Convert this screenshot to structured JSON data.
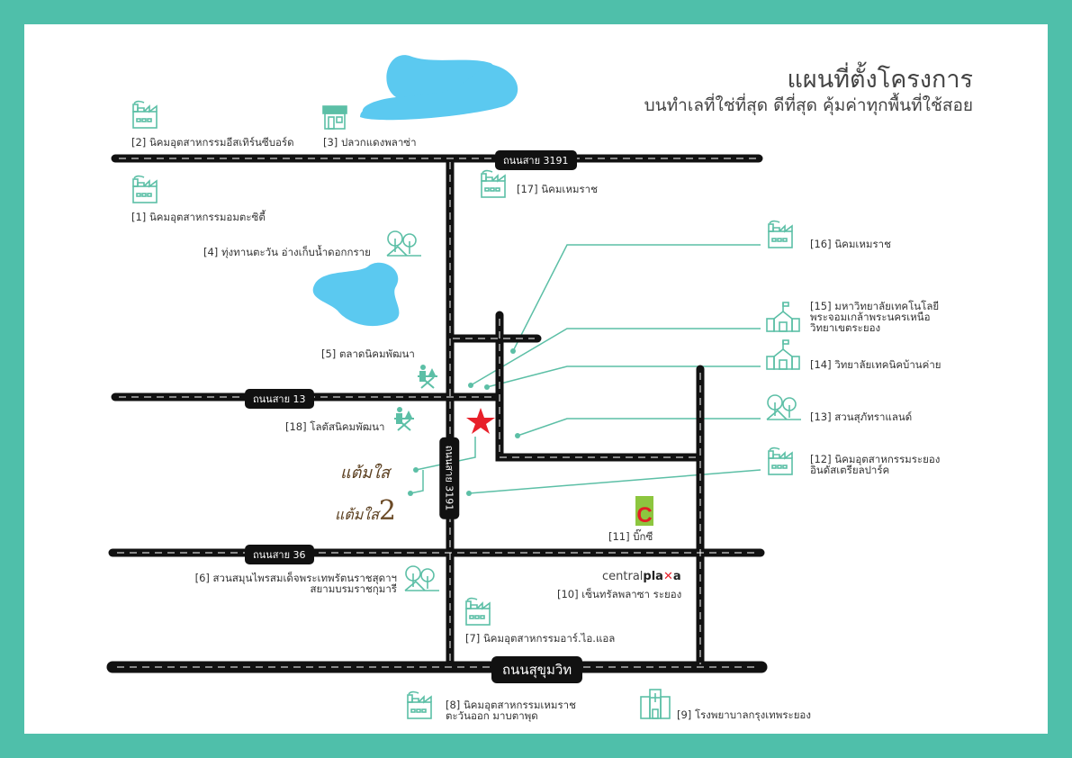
{
  "title": "แผนที่ตั้งโครงการ",
  "subtitle": "บนทำเลที่ใช่ที่สุด ดีที่สุด คุ้มค่าทุกพื้นที่ใช้สอย",
  "roads": {
    "r3191_top": "ถนนสาย 3191",
    "r13": "ถนนสาย 13",
    "r3191_v": "ถนนสาย 3191",
    "r36": "ถนนสาย 36",
    "sukhumvit": "ถนนสุขุมวิท"
  },
  "places": {
    "p1": "[1] นิคมอุตสาหกรรมอมตะซิตี้",
    "p2": "[2] นิคมอุตสาหกรรมอีสเทิร์นซีบอร์ด",
    "p3": "[3] ปลวกแดงพลาซ่า",
    "p4": "[4] ทุ่งทานตะวัน อ่างเก็บน้ำดอกกราย",
    "p5": "[5] ตลาดนิคมพัฒนา",
    "p6a": "[6] สวนสมุนไพรสมเด็จพระเทพรัตนราชสุดาฯ",
    "p6b": "สยามบรมราชกุมารี",
    "p7": "[7] นิคมอุตสาหกรรมอาร์.ไอ.แอล",
    "p8a": "[8] นิคมอุตสาหกรรมเหมราช",
    "p8b": "ตะวันออก มาบตาพุด",
    "p9": "[9] โรงพยาบาลกรุงเทพระยอง",
    "p10": "[10] เซ็นทรัลพลาซา ระยอง",
    "p11": "[11] บิ๊กซี",
    "p12a": "[12] นิคมอุตสาหกรรมระยอง",
    "p12b": "อินดัสเตรียลปาร์ค",
    "p13": "[13] สวนสุภัทราแลนด์",
    "p14": "[14] วิทยาลัยเทคนิคบ้านค่าย",
    "p15a": "[15] มหาวิทยาลัยเทคโนโลยี",
    "p15b": "พระจอมเกล้าพระนครเหนือ",
    "p15c": "วิทยาเขตระยอง",
    "p16": "[16] นิคมเหมราช",
    "p17": "[17] นิคมเหมราช",
    "p18": "[18] โลตัสนิคมพัฒนา"
  },
  "logos": {
    "central_a": "central",
    "central_b": "pla",
    "central_c": "a",
    "project1": "แต้มใส",
    "project2": "แต้มใส",
    "project2_num": "2"
  },
  "colors": {
    "frame": "#4fbfaa",
    "icon": "#5cbfa6",
    "water": "#5bc9f0",
    "road": "#111111",
    "star": "#e8202a"
  }
}
